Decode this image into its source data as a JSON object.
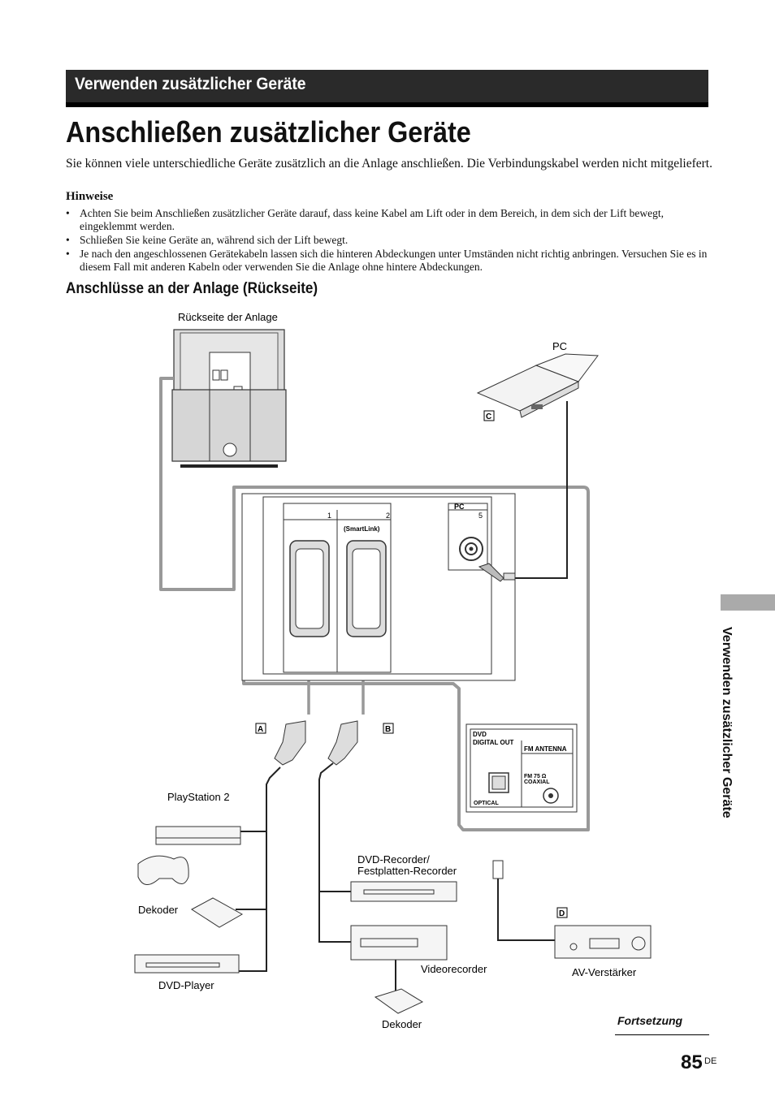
{
  "header": {
    "section_title": "Verwenden zusätzlicher Geräte"
  },
  "page": {
    "title": "Anschließen zusätzlicher Geräte",
    "intro": "Sie können viele unterschiedliche Geräte zusätzlich an die Anlage anschließen. Die Verbindungskabel werden nicht mitgeliefert.",
    "notes_title": "Hinweise",
    "notes": [
      "Achten Sie beim Anschließen zusätzlicher Geräte darauf, dass keine Kabel am Lift oder in dem Bereich, in dem sich der Lift bewegt, eingeklemmt werden.",
      "Schließen Sie keine Geräte an, während sich der Lift bewegt.",
      "Je nach den angeschlossenen Gerätekabeln lassen sich die hinteren Abdeckungen unter Umständen nicht richtig anbringen. Versuchen Sie es in diesem Fall mit anderen Kabeln oder verwenden Sie die Anlage ohne hintere Abdeckungen."
    ],
    "subheading": "Anschlüsse an der Anlage (Rückseite)"
  },
  "diagram": {
    "labels": {
      "rear": "Rückseite der Anlage",
      "pc": "PC",
      "ps2": "PlayStation 2",
      "dvd_recorder_1": "DVD-Recorder/",
      "dvd_recorder_2": "Festplatten-Recorder",
      "decoder1": "Dekoder",
      "dvd_player": "DVD-Player",
      "vcr": "Videorecorder",
      "decoder2": "Dekoder",
      "av": "AV-Verstärker"
    },
    "markers": {
      "a": "A",
      "b": "B",
      "c": "C",
      "d": "D"
    },
    "panel": {
      "port1": "1",
      "port2": "2",
      "smartlink": "(SmartLink)",
      "pc_label": "PC",
      "port5": "5",
      "dvd_out_1": "DVD",
      "dvd_out_2": "DIGITAL OUT",
      "fm_antenna": "FM ANTENNA",
      "fm75_1": "FM 75 Ω",
      "fm75_2": "COAXIAL",
      "optical": "OPTICAL"
    }
  },
  "side": {
    "label": "Verwenden zusätzlicher Geräte"
  },
  "footer": {
    "continued": "Fortsetzung",
    "page_number": "85",
    "lang": "DE"
  }
}
